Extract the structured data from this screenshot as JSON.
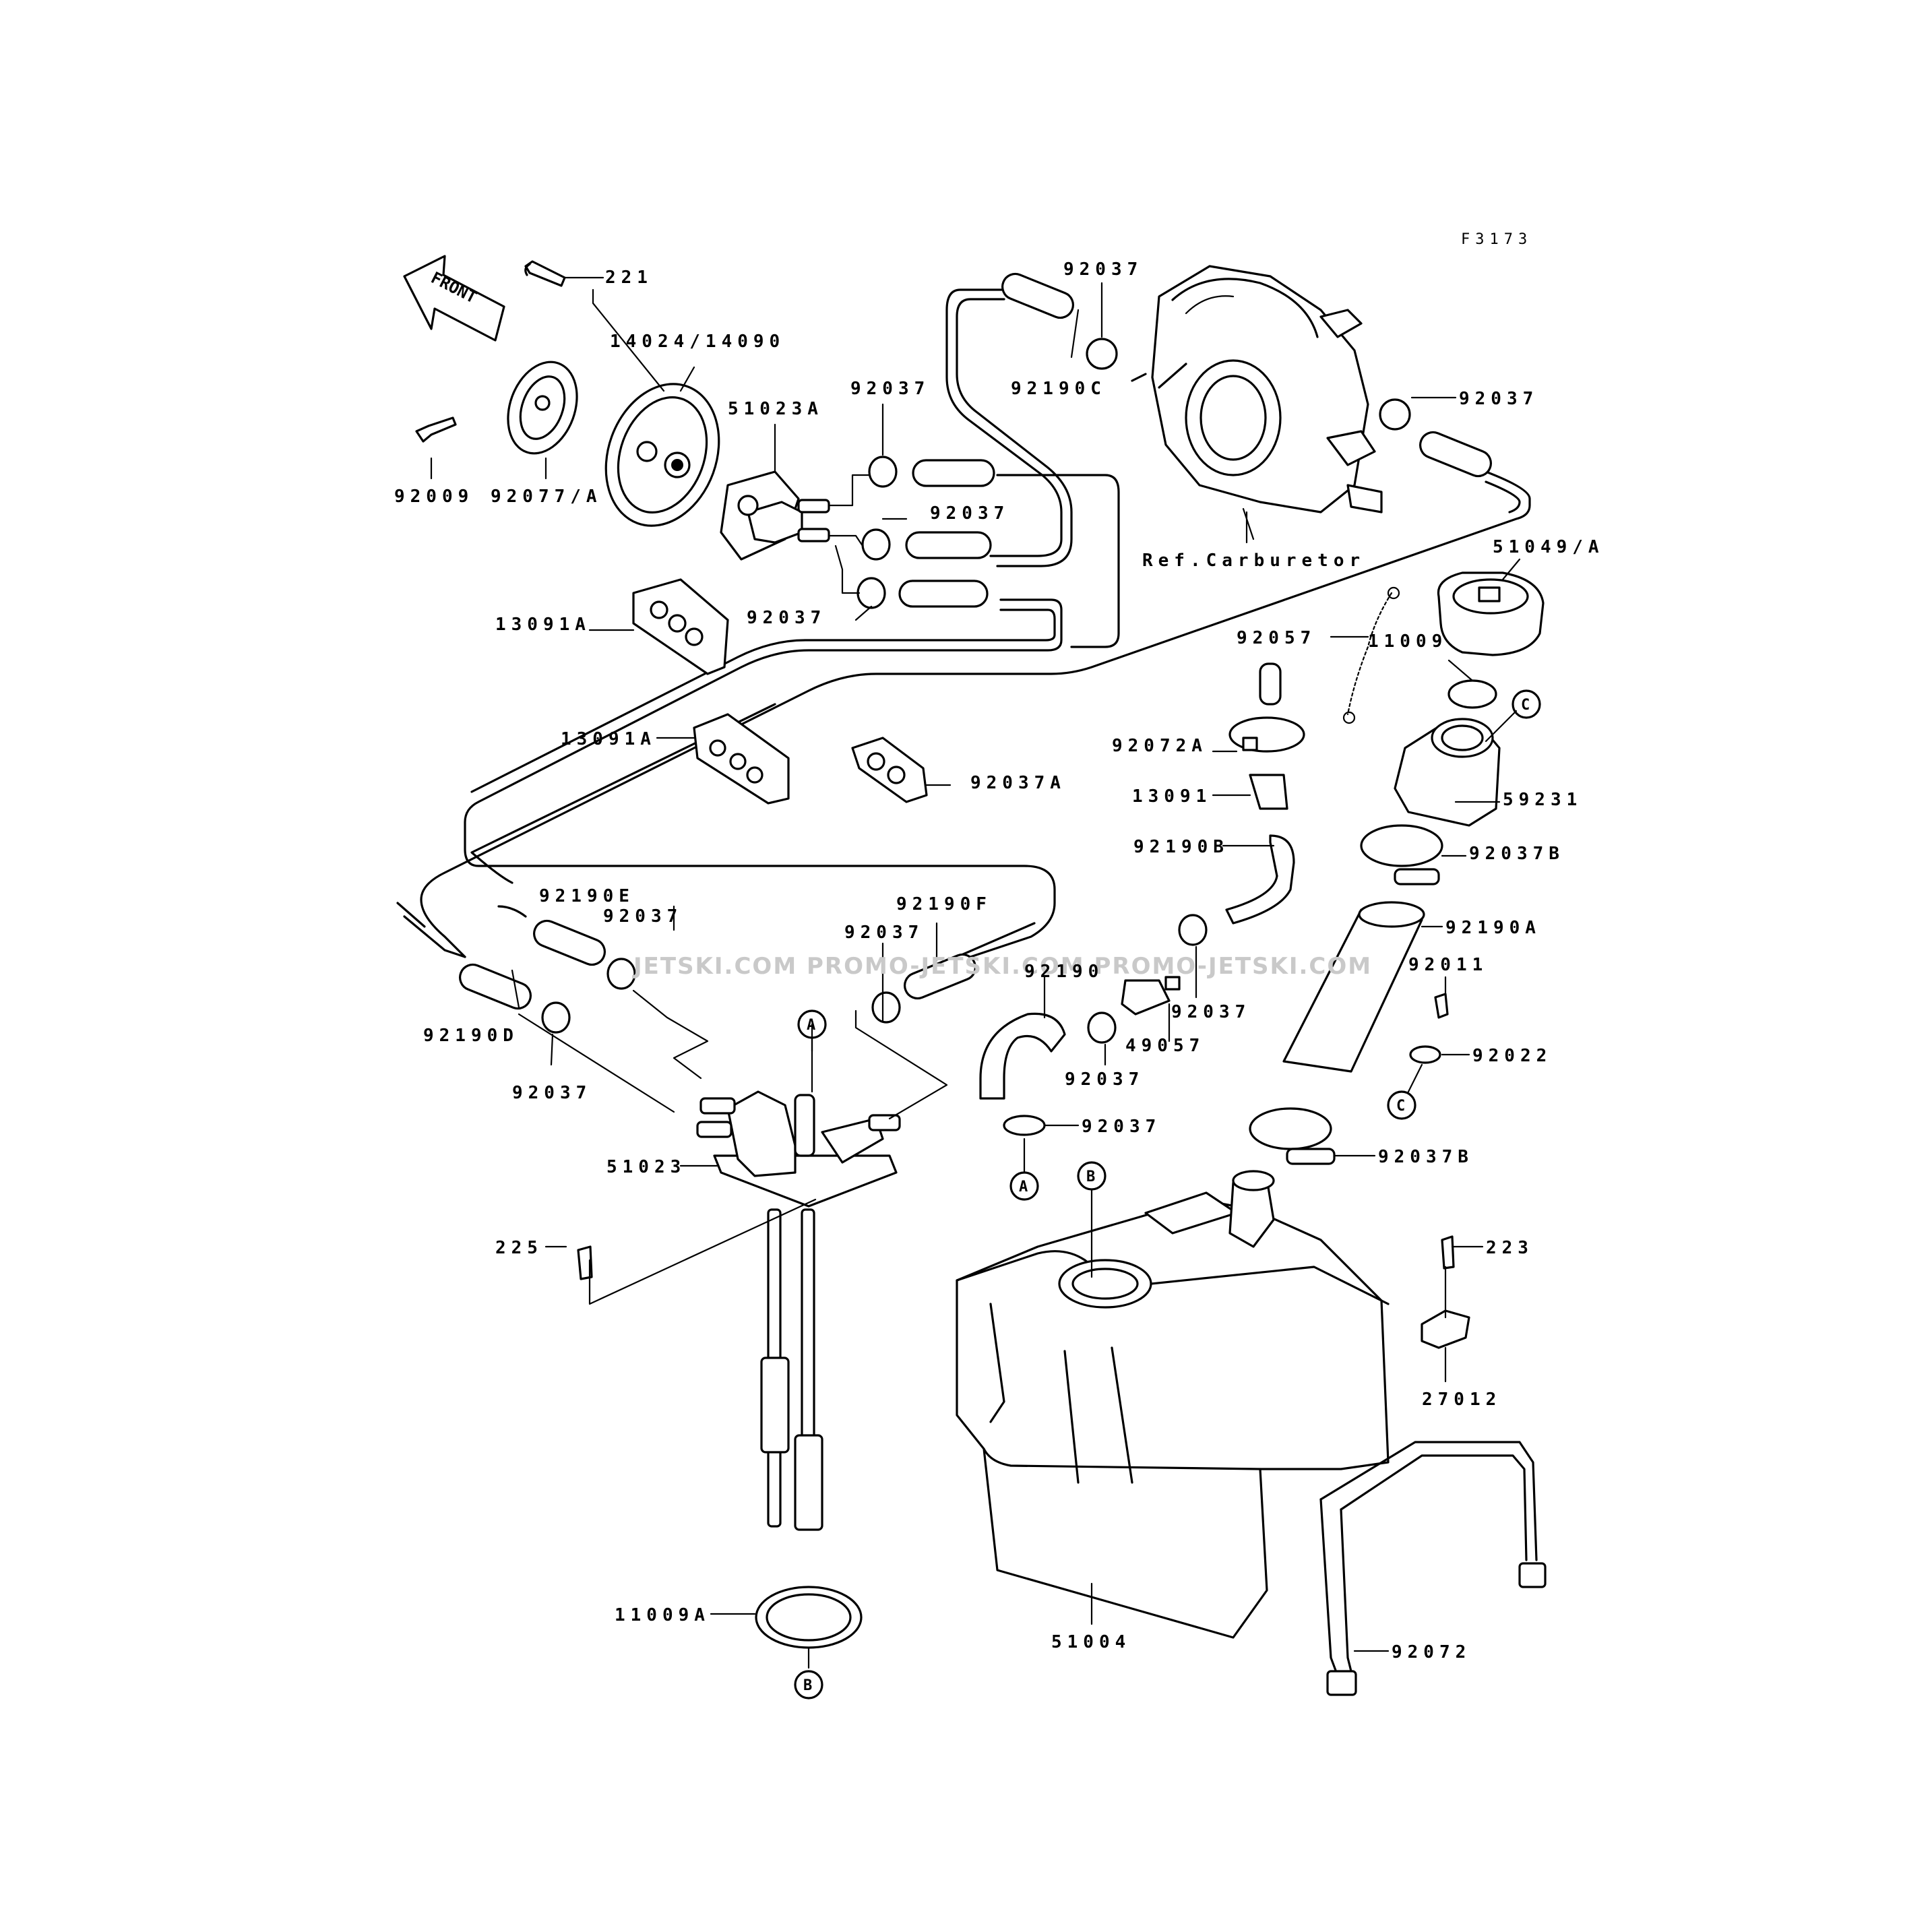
{
  "figure_id": "F3173",
  "front_label": "FRONT",
  "ref_label": "Ref.Carburetor",
  "watermark": "JETSKI.COM  PROMO-JETSKI.COM  PROMO-JETSKI.COM",
  "parts": {
    "p221": "221",
    "p14024": "14024/14090",
    "p51023A": "51023A",
    "p92037_a": "92037",
    "p92037_b": "92037",
    "p92037_c": "92037",
    "p92009": "92009",
    "p92077A": "92077/A",
    "p13091A_top": "13091A",
    "p13091A_mid": "13091A",
    "p92037A": "92037A",
    "p92037_top": "92037",
    "p92190C": "92190C",
    "p92037_right": "92037",
    "p51049A": "51049/A",
    "p92057": "92057",
    "p11009": "11009",
    "p92072A": "92072A",
    "p13091": "13091",
    "p59231": "59231",
    "p92190B": "92190B",
    "p92037B_top": "92037B",
    "p92190A": "92190A",
    "p92011": "92011",
    "p92022": "92022",
    "p92190E": "92190E",
    "p92037_e": "92037",
    "p92190F": "92190F",
    "p92037_f": "92037",
    "p92190D": "92190D",
    "p92037_d": "92037",
    "p92190": "92190",
    "p49057": "49057",
    "p92037_g": "92037",
    "p92037_h": "92037",
    "p92037_i": "92037",
    "p92037B_bot": "92037B",
    "p51023": "51023",
    "p225": "225",
    "p223": "223",
    "p27012": "27012",
    "p11009A": "11009A",
    "p51004": "51004",
    "p92072": "92072"
  },
  "refs": {
    "A": "A",
    "B": "B",
    "C": "C"
  }
}
